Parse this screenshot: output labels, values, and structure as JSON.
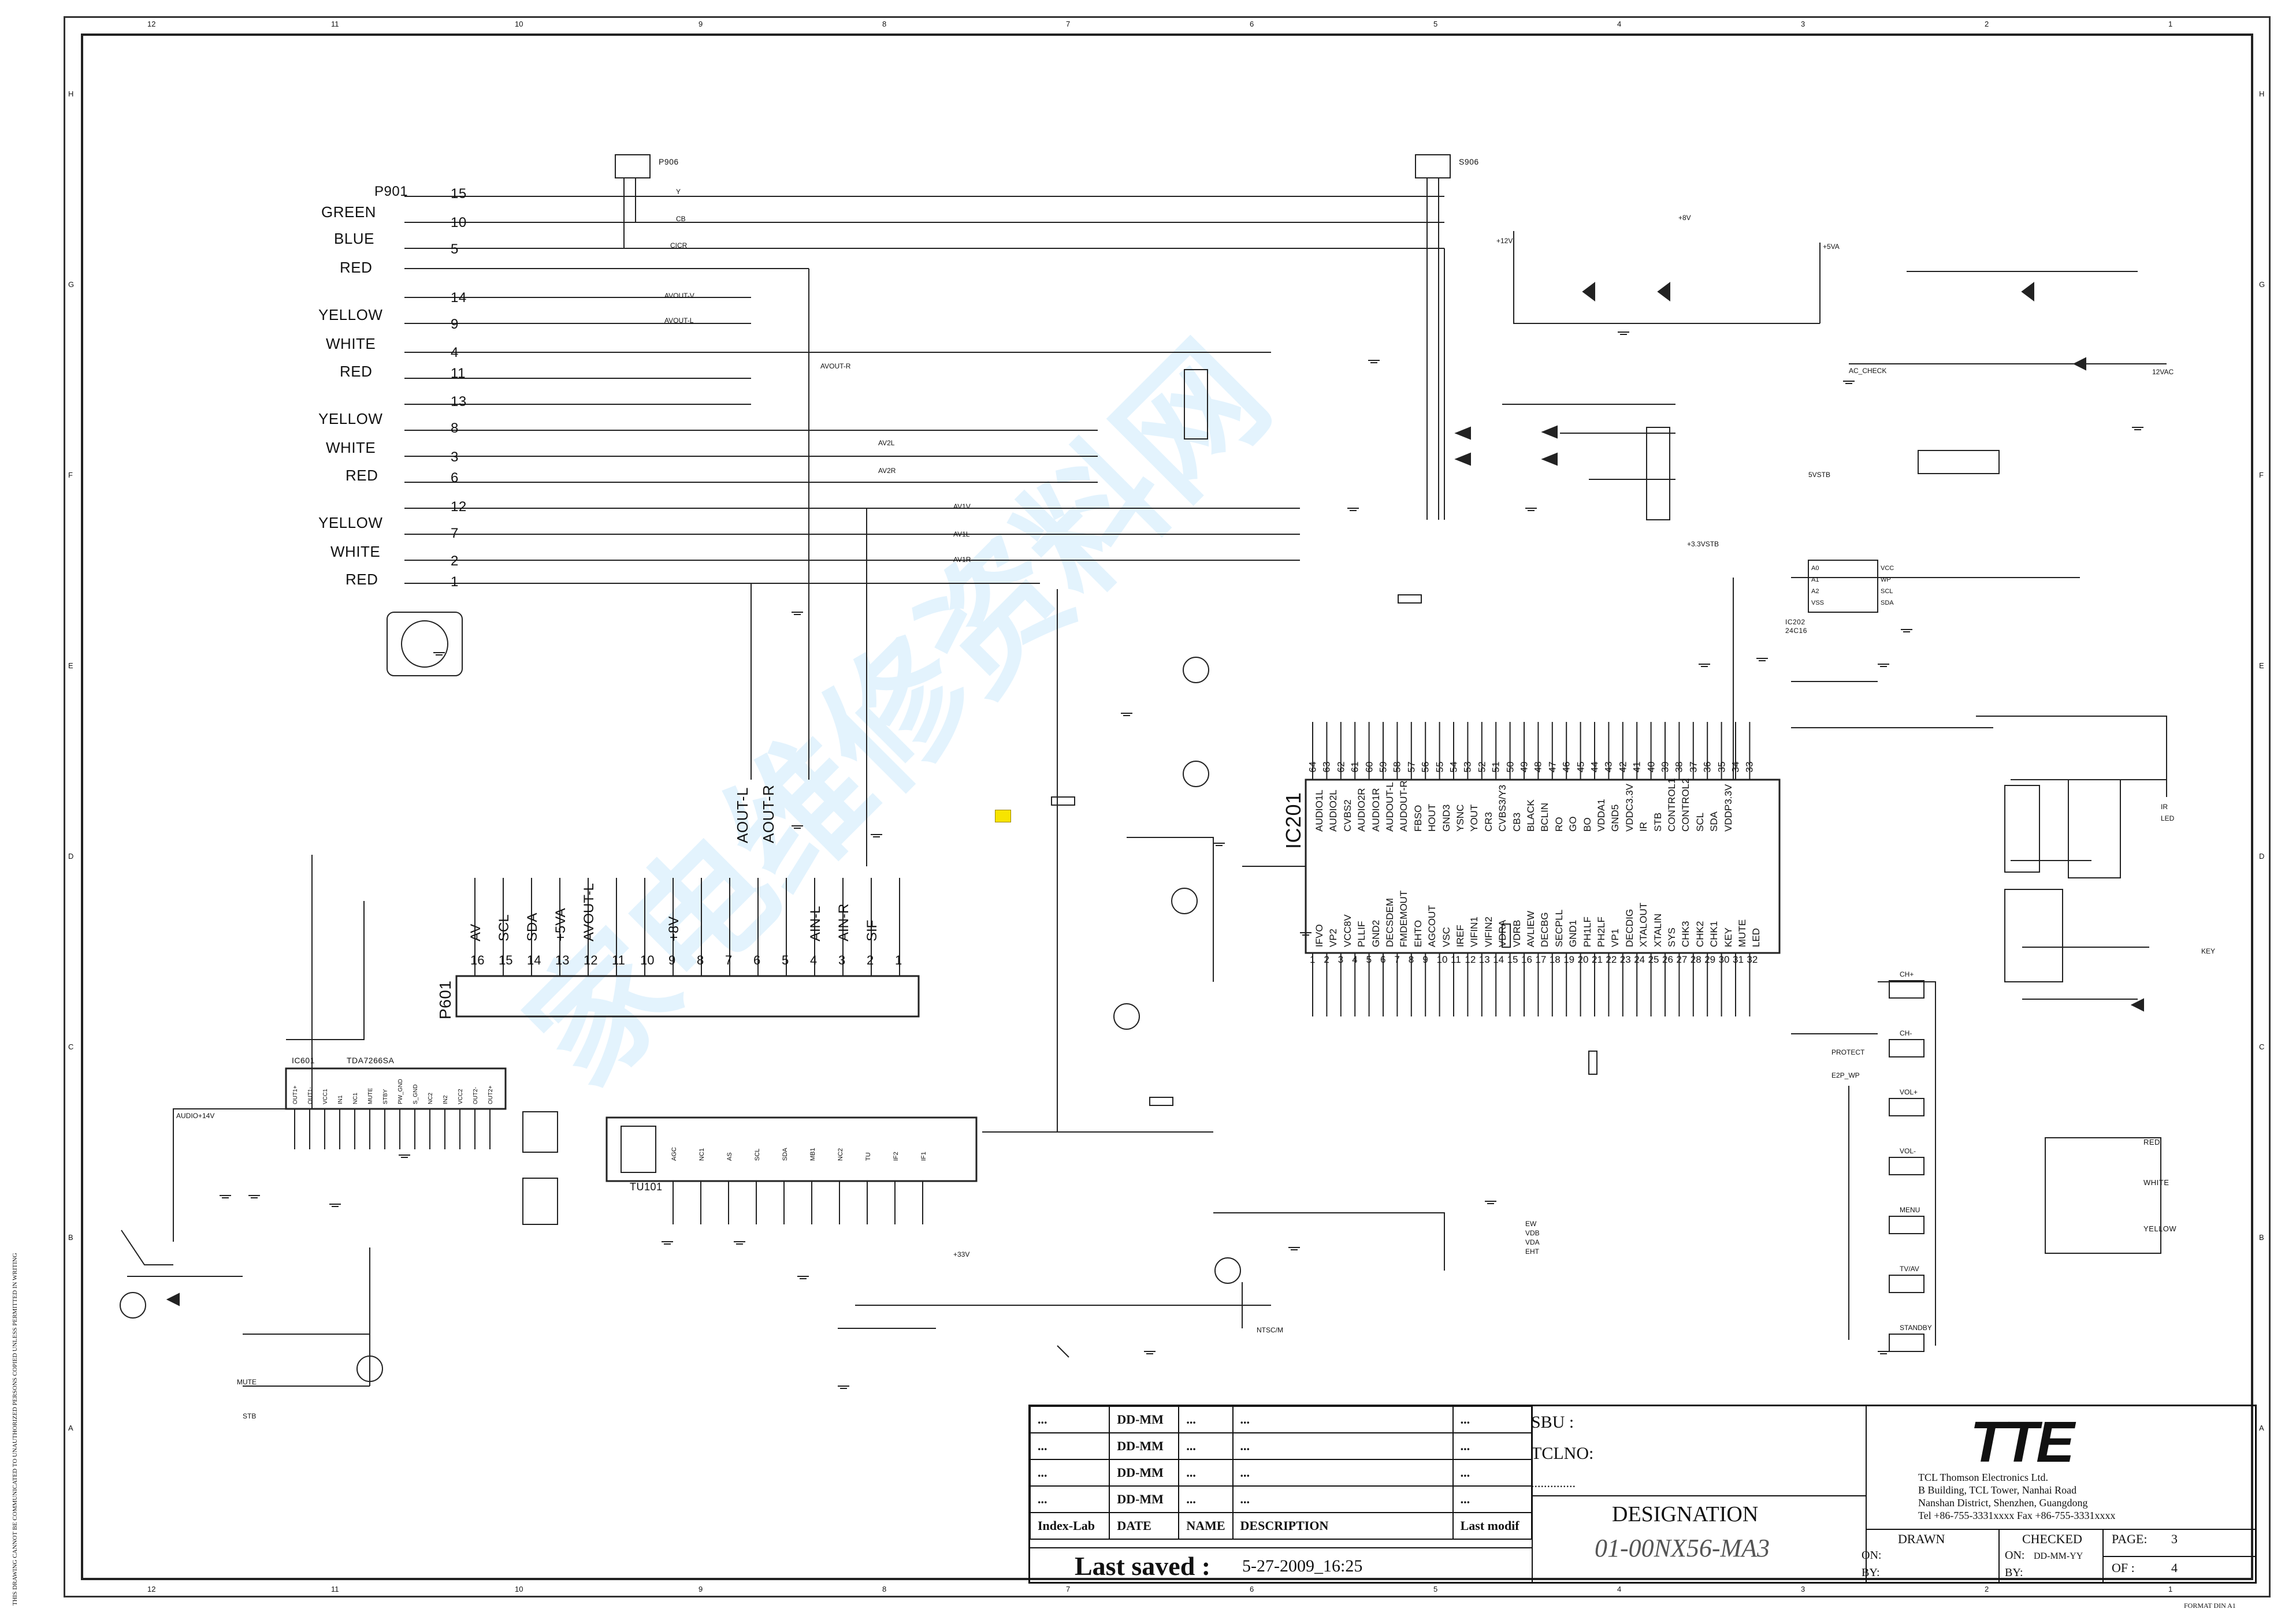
{
  "zones": {
    "columns": [
      "12",
      "11",
      "10",
      "9",
      "8",
      "7",
      "6",
      "5",
      "4",
      "3",
      "2",
      "1"
    ],
    "rows": [
      "H",
      "G",
      "F",
      "E",
      "D",
      "C",
      "B",
      "A"
    ]
  },
  "connector_p901": {
    "ref": "P901",
    "groups": [
      {
        "labels": [
          "GREEN",
          "BLUE",
          "RED"
        ],
        "pins": [
          "15",
          "10",
          "5"
        ]
      },
      {
        "labels": [
          "YELLOW",
          "WHITE",
          "RED"
        ],
        "pins": [
          "14",
          "9",
          "4",
          "11"
        ]
      },
      {
        "labels": [
          "YELLOW",
          "WHITE",
          "RED"
        ],
        "pins": [
          "13",
          "8",
          "3",
          "6"
        ]
      },
      {
        "labels": [
          "YELLOW",
          "WHITE",
          "RED"
        ],
        "pins": [
          "12",
          "7",
          "2",
          "1"
        ]
      }
    ]
  },
  "top_connectors": {
    "left": "P906",
    "right": "S906"
  },
  "signal_labels": [
    "Y",
    "CB",
    "CICR",
    "AVOUT-V",
    "AVOUT-L",
    "AVOUT-R",
    "AV2L",
    "AV2R",
    "AV1V",
    "AV1L",
    "AV1R"
  ],
  "ic201": {
    "ref": "IC201",
    "top_pins": [
      "64",
      "63",
      "62",
      "61",
      "60",
      "59",
      "58",
      "57",
      "56",
      "55",
      "54",
      "53",
      "52",
      "51",
      "50",
      "49",
      "48",
      "47",
      "46",
      "45",
      "44",
      "43",
      "42",
      "41",
      "40",
      "39",
      "38",
      "37",
      "36",
      "35",
      "34",
      "33"
    ],
    "top_names": [
      "AUDIO1L",
      "AUDIO2L",
      "CVBS2",
      "AUDIO2R",
      "AUDIO1R",
      "AUDOUT-L",
      "AUDOUT-R",
      "FBSO",
      "HOUT",
      "GND3",
      "YSNC",
      "YOUT",
      "CR3",
      "CVBS3/Y3",
      "CB3",
      "BLACK",
      "BCLIN",
      "RO",
      "GO",
      "BO",
      "VDDA1",
      "GND5",
      "VDDC3.3V",
      "IR",
      "STB",
      "CONTROL1",
      "CONTROL2",
      "SCL",
      "SDA",
      "VDDP3.3V"
    ],
    "bottom_pins": [
      "1",
      "2",
      "3",
      "4",
      "5",
      "6",
      "7",
      "8",
      "9",
      "10",
      "11",
      "12",
      "13",
      "14",
      "15",
      "16",
      "17",
      "18",
      "19",
      "20",
      "21",
      "22",
      "23",
      "24",
      "25",
      "26",
      "27",
      "28",
      "29",
      "30",
      "31",
      "32"
    ],
    "bottom_names": [
      "IFVO",
      "VP2",
      "VCC8V",
      "PLLIF",
      "GND2",
      "DECSDEM",
      "FMDEMOUT",
      "EHTO",
      "AGCOUT",
      "VSC",
      "IREF",
      "VIFIN1",
      "VIFIN2",
      "VDRA",
      "VDRB",
      "AVLIEW",
      "DECBG",
      "SECPLL",
      "GND1",
      "PH1LF",
      "PH2LF",
      "VP1",
      "DECDIG",
      "XTALOUT",
      "XTALIN",
      "SYS",
      "CHK3",
      "CHK2",
      "CHK1",
      "KEY",
      "MUTE",
      "LED"
    ]
  },
  "p601": {
    "ref": "P601",
    "pins": [
      "16",
      "15",
      "14",
      "13",
      "12",
      "11",
      "10",
      "9",
      "8",
      "7",
      "6",
      "5",
      "4",
      "3",
      "2",
      "1"
    ],
    "names": [
      "AV",
      "SCL",
      "SDA",
      "+5VA",
      "AVOUT-L",
      "",
      "",
      "+8V",
      "",
      "",
      "",
      "",
      "AIN-L",
      "AIN-R",
      "SIF",
      ""
    ]
  },
  "aout_labels": [
    "AOUT-L",
    "AOUT-R"
  ],
  "ic601": {
    "ref": "IC601",
    "part": "TDA7266SA",
    "pins": [
      "OUT1+",
      "OUT1-",
      "VCC1",
      "IN1",
      "NC1",
      "MUTE",
      "STBY",
      "PW_GND",
      "S_GND",
      "NC2",
      "IN2",
      "VCC2",
      "OUT2-",
      "OUT2+"
    ]
  },
  "tuner": {
    "ref": "TU101",
    "pins": [
      "AGC",
      "NC1",
      "AS",
      "SCL",
      "SDA",
      "MB1",
      "NC2",
      "TU",
      "IF2",
      "IF1"
    ]
  },
  "control_labels": [
    "+12V",
    "+5VA",
    "+8V",
    "+33V",
    "AUDIO+14V",
    "MUTE",
    "STB",
    "NTSC/M",
    "AC_CHECK",
    "12VAC",
    "5VSTB",
    "+3.3VSTB",
    "IR",
    "LED",
    "KEY",
    "PROTECT",
    "E2P_WP",
    "EW",
    "VDB",
    "VDA",
    "EHT"
  ],
  "eeprom": {
    "ref": "IC202",
    "part": "24C16",
    "pins": [
      "A0",
      "A1",
      "A2",
      "VSS",
      "VCC",
      "WP",
      "SCL",
      "SDA"
    ]
  },
  "keys": [
    "CH+",
    "CH-",
    "VOL+",
    "VOL-",
    "MENU",
    "TV/AV",
    "STANDBY"
  ],
  "p905_labels": [
    "RED",
    "WHITE",
    "YELLOW"
  ],
  "title_block": {
    "rows": [
      {
        "idx": "...",
        "date": "DD-MM",
        "name": "...",
        "desc": "...",
        "last": "..."
      },
      {
        "idx": "...",
        "date": "DD-MM",
        "name": "...",
        "desc": "...",
        "last": "..."
      },
      {
        "idx": "...",
        "date": "DD-MM",
        "name": "...",
        "desc": "...",
        "last": "..."
      },
      {
        "idx": "...",
        "date": "DD-MM",
        "name": "...",
        "desc": "...",
        "last": "..."
      }
    ],
    "header": {
      "idx": "Index-Lab",
      "date": "DATE",
      "name": "NAME",
      "desc": "DESCRIPTION",
      "last": "Last modif"
    },
    "last_saved_label": "Last saved :",
    "last_saved_value": "5-27-2009_16:25",
    "sbu_label": "SBU :",
    "tclno_label": "TCLNO:",
    "tclno_dots": "..............",
    "designation_label": "DESIGNATION",
    "designation_value": "01-00NX56-MA3",
    "logo": "TTE",
    "company": [
      "TCL Thomson Electronics Ltd.",
      "B Building, TCL Tower, Nanhai Road",
      "Nanshan District, Shenzhen, Guangdong",
      "Tel +86-755-3331xxxx   Fax +86-755-3331xxxx"
    ],
    "drawn_label": "DRAWN",
    "checked_label": "CHECKED",
    "on_label": "ON:",
    "by_label": "BY:",
    "on_value": "DD-MM-YY",
    "page_label": "PAGE:",
    "page_value": "3",
    "of_label": "OF :",
    "of_value": "4",
    "format": "FORMAT DIN A1"
  },
  "side_note": "THIS DRAWING CANNOT BE COMMUNICATED TO UNAUTHORIZED PERSONS COPIED UNLESS PERMITTED IN WRITING",
  "watermark": "家电维修资料网"
}
